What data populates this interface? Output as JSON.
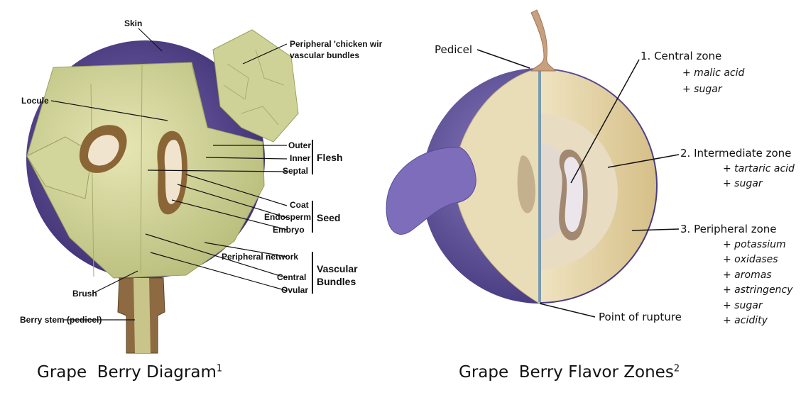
{
  "diagram_left": {
    "caption": "Grape  Berry Diagram",
    "caption_ref": "1",
    "labels": {
      "skin": "Skin",
      "peripheral_top_1": "Peripheral 'chicken wir",
      "peripheral_top_2": "vascular bundles",
      "locule": "Locule",
      "outer": "Outer",
      "inner": "Inner",
      "septal": "Septal",
      "flesh": "Flesh",
      "coat": "Coat",
      "endosperm": "Endosperm",
      "embryo": "Embryo",
      "seed": "Seed",
      "peripheral_network": "Peripheral network",
      "central": "Central",
      "ovular": "Ovular",
      "vascular": "Vascular",
      "bundles": "Bundles",
      "brush": "Brush",
      "berry_stem": "Berry stem (pedicel)"
    }
  },
  "diagram_right": {
    "caption": "Grape  Berry Flavor Zones",
    "caption_ref": "2",
    "pedicel": "Pedicel",
    "point_of_rupture": "Point of rupture",
    "zones": [
      {
        "title": "1. Central zone",
        "items": [
          "+ malic acid",
          "+ sugar"
        ]
      },
      {
        "title": "2. Intermediate zone",
        "items": [
          "+ tartaric acid",
          "+ sugar"
        ]
      },
      {
        "title": "3. Peripheral zone",
        "items": [
          "+ potassium",
          "+ oxidases",
          "+ aromas",
          "+ astringency",
          "+ sugar",
          "+ acidity"
        ]
      }
    ]
  },
  "colors": {
    "skin_purple": "#5a4a8c",
    "flesh_green": "#c8cc8a",
    "seed_brown": "#7a5a30",
    "zone_tan": "#e2d2a8"
  }
}
